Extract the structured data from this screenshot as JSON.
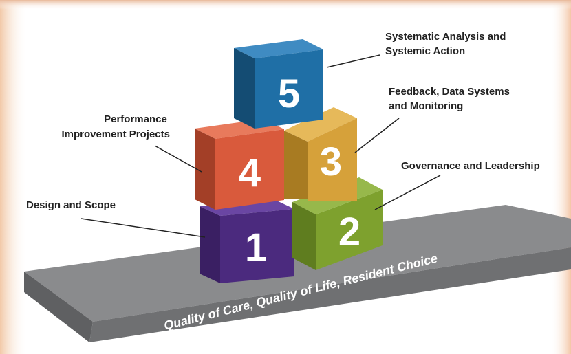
{
  "diagram": {
    "base_label": "Quality of Care, Quality of Life, Resident Choice",
    "blocks": [
      {
        "number": "1",
        "label": "Design and Scope",
        "color": "#4b2a7e"
      },
      {
        "number": "2",
        "label": "Governance and Leadership",
        "color": "#7ea12e"
      },
      {
        "number": "3",
        "label_lines": [
          "Feedback, Data Systems",
          "and Monitoring"
        ],
        "color": "#d6a13a"
      },
      {
        "number": "4",
        "label_lines": [
          "Performance",
          "Improvement Projects"
        ],
        "color": "#d95a3c"
      },
      {
        "number": "5",
        "label_lines": [
          "Systematic Analysis and",
          "Systemic Action"
        ],
        "color": "#1f6fa6"
      }
    ]
  }
}
